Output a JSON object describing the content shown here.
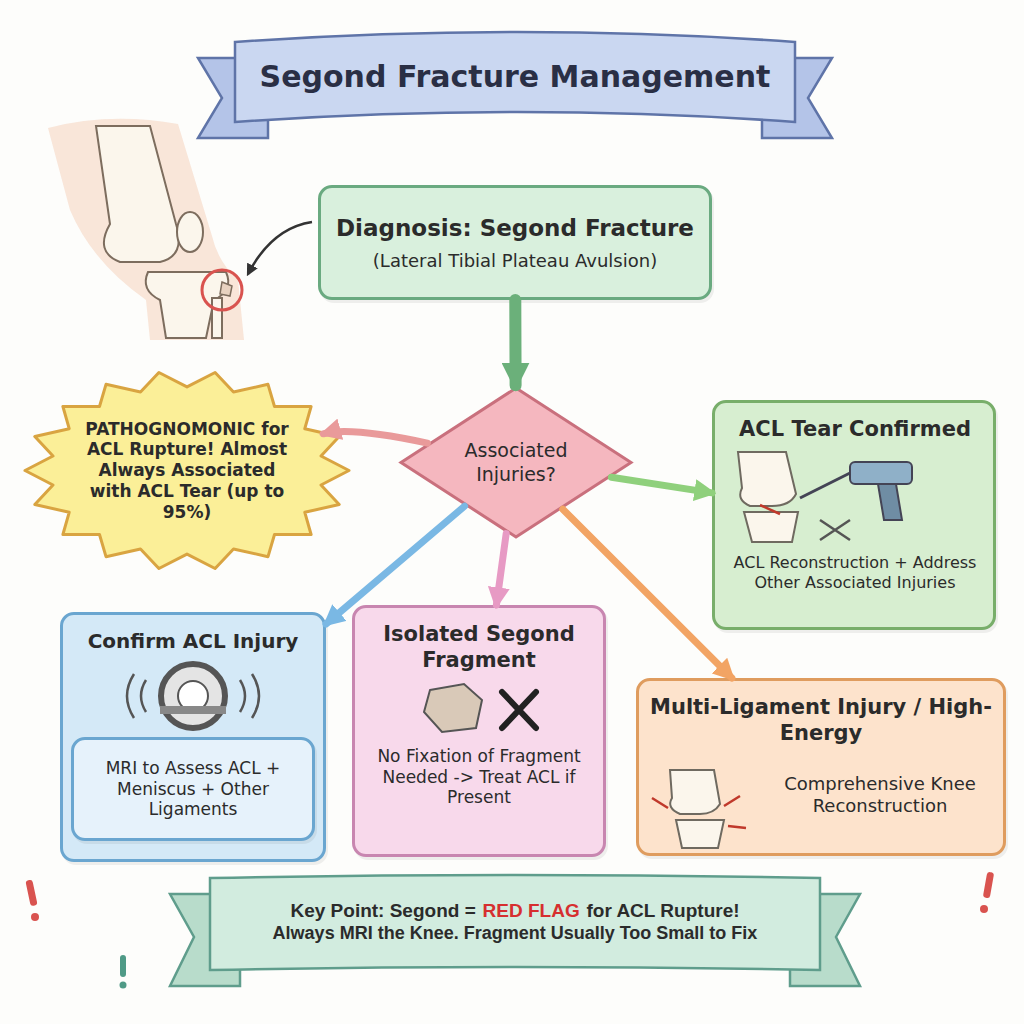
{
  "diagram": {
    "title": "Segond Fracture Management",
    "nodes": [
      {
        "text": [
          "Diagnosis: Segond Fracture",
          "(Lateral Tibial Plateau Avulsion)"
        ]
      },
      {
        "text": [
          "PATHOGNOMONIC for ACL Rupture! Almost Always Associated with ACL Tear (up to 95%)"
        ]
      },
      {
        "text": [
          "Associated Injuries?"
        ]
      },
      {
        "text": [
          "ACL Tear Confirmed",
          "ACL Reconstruction + Address Other Associated Injuries"
        ]
      },
      {
        "text": [
          "Confirm ACL Injury"
        ]
      },
      {
        "text": [
          "MRI to Assess ACL + Meniscus + Other Ligaments"
        ],
        "in": 4
      },
      {
        "text": [
          "Isolated Segond Fragment",
          "No Fixation of Fragment Needed -> Treat ACL if Present"
        ]
      },
      {
        "text": [
          "Multi-Ligament Injury / High-Energy",
          "Comprehensive Knee Reconstruction"
        ]
      },
      {
        "text": [
          "Key Point: Segond =",
          "RED FLAG",
          "for ACL Rupture!",
          "Always MRI the Knee. Fragment Usually Too Small to Fix"
        ]
      }
    ],
    "edges": [
      {
        "from": 0,
        "to": 2,
        "arrow": "to"
      },
      {
        "from": 2,
        "to": 1,
        "arrow": "to"
      },
      {
        "from": 2,
        "to": 3,
        "arrow": "to"
      },
      {
        "from": 2,
        "to": 4,
        "arrow": "to"
      },
      {
        "from": 2,
        "to": 6,
        "arrow": "to"
      },
      {
        "from": 2,
        "to": 7,
        "arrow": "to"
      }
    ]
  }
}
